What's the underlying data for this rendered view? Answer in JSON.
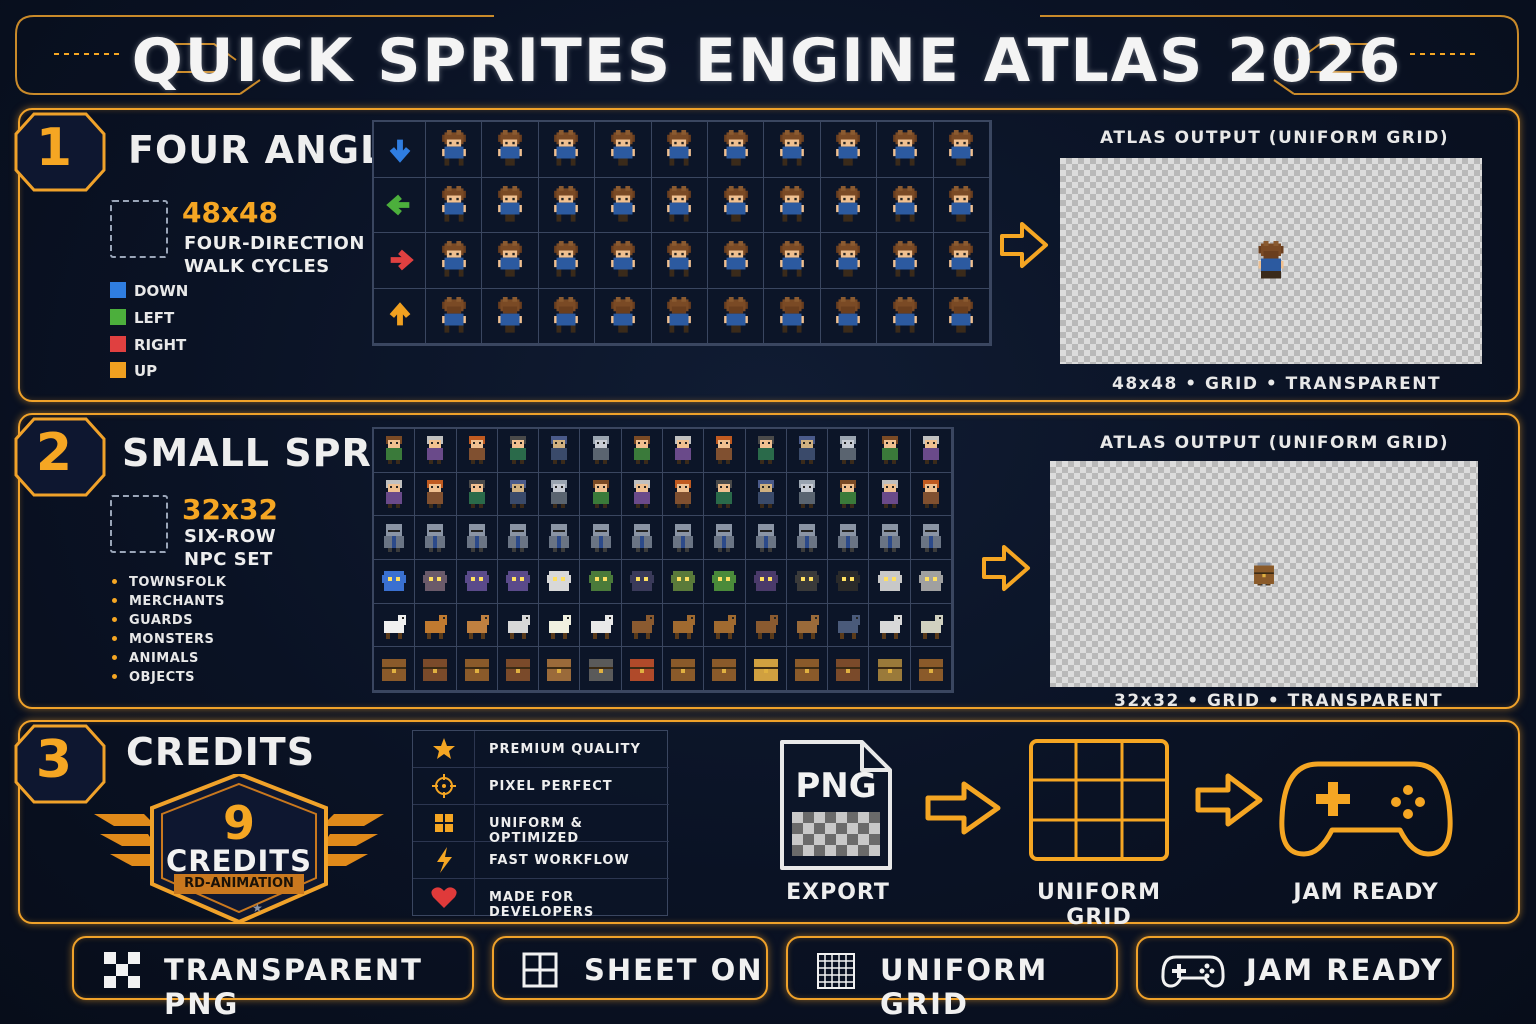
{
  "header": {
    "title": "QUICK SPRITES ENGINE ATLAS 2026"
  },
  "colors": {
    "accent": "#f5a623",
    "border_glow": "#f0a22a",
    "background": "#0a1224",
    "down": "#2f7de0",
    "left": "#4caf3c",
    "right": "#e04040",
    "up": "#f0a020"
  },
  "section1": {
    "number": "1",
    "title": "FOUR ANGLE",
    "size": "48x48",
    "description": [
      "FOUR-DIRECTION",
      "WALK CYCLES"
    ],
    "legend": [
      {
        "label": "DOWN",
        "color": "#2f7de0",
        "arrow": "arrow-down-icon"
      },
      {
        "label": "LEFT",
        "color": "#4caf3c",
        "arrow": "arrow-left-icon"
      },
      {
        "label": "RIGHT",
        "color": "#e04040",
        "arrow": "arrow-right-icon"
      },
      {
        "label": "UP",
        "color": "#f0a020",
        "arrow": "arrow-up-icon"
      }
    ],
    "frames_per_row": 10,
    "atlas_title": "ATLAS OUTPUT (UNIFORM GRID)",
    "atlas_columns": 9,
    "atlas_rows": 4,
    "atlas_caption": "48x48  •  GRID  •  TRANSPARENT"
  },
  "section2": {
    "number": "2",
    "title": "SMALL SPRITES",
    "size": "32x32",
    "description": [
      "SIX-ROW",
      "NPC SET"
    ],
    "categories": [
      "TOWNSFOLK",
      "MERCHANTS",
      "GUARDS",
      "MONSTERS",
      "ANIMALS",
      "OBJECTS"
    ],
    "grid_columns": 14,
    "grid_rows": 6,
    "atlas_title": "ATLAS OUTPUT (UNIFORM GRID)",
    "atlas_columns": 14,
    "atlas_rows": 6,
    "atlas_caption": "32x32  •  GRID  •  TRANSPARENT"
  },
  "section3": {
    "number": "3",
    "title": "CREDITS",
    "credits_number": "9",
    "credits_word": "CREDITS",
    "credits_ribbon": "RD-ANIMATION",
    "features": [
      {
        "label": "PREMIUM QUALITY",
        "icon": "star-icon"
      },
      {
        "label": "PIXEL PERFECT",
        "icon": "crosshair-icon"
      },
      {
        "label": "UNIFORM & OPTIMIZED",
        "icon": "grid-squares-icon"
      },
      {
        "label": "FAST WORKFLOW",
        "icon": "lightning-icon"
      },
      {
        "label": "MADE FOR DEVELOPERS",
        "icon": "heart-icon"
      }
    ],
    "flow": {
      "png_text": "PNG",
      "export_label": "EXPORT",
      "grid_label": "UNIFORM GRID",
      "jam_label": "JAM READY"
    }
  },
  "pills": [
    {
      "label": "TRANSPARENT PNG",
      "icon": "checkerboard-icon"
    },
    {
      "label": "SHEET ON",
      "icon": "sheet-grid-icon"
    },
    {
      "label": "UNIFORM GRID",
      "icon": "uniform-grid-icon"
    },
    {
      "label": "JAM READY",
      "icon": "gamepad-icon"
    }
  ]
}
